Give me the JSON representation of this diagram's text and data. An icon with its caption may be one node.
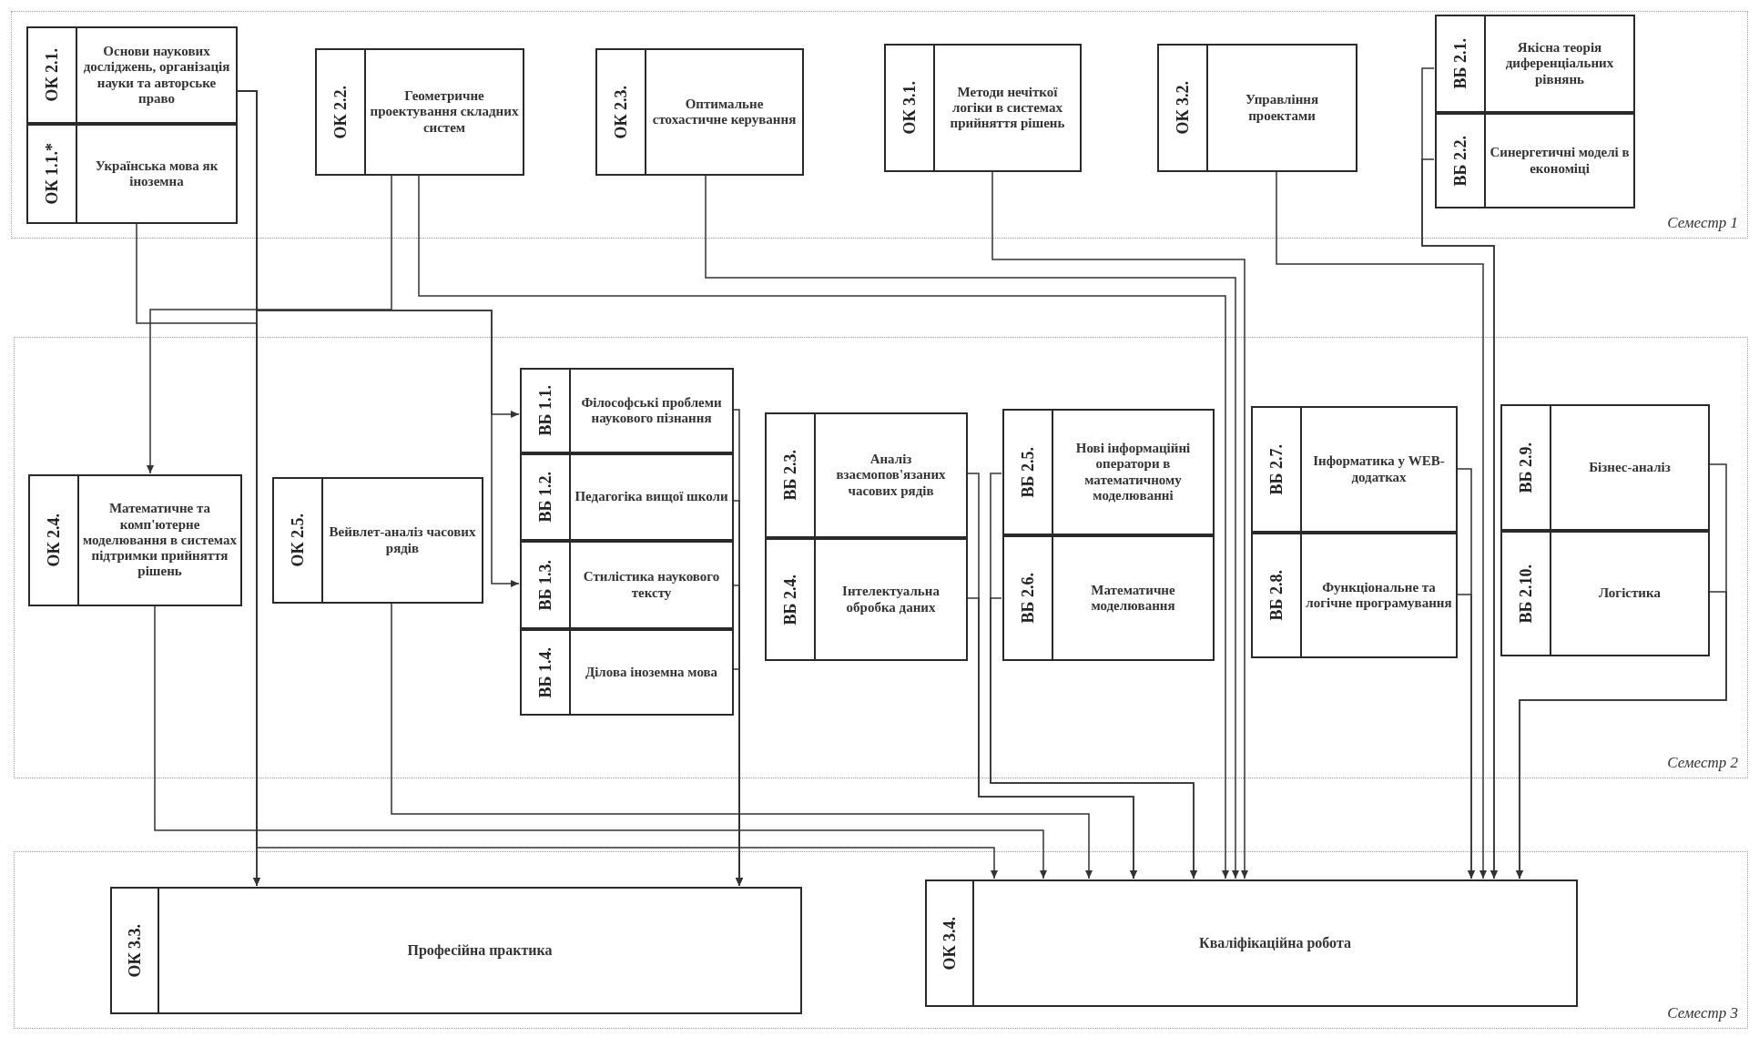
{
  "diagram": {
    "nodes": [
      {
        "text": [
          "Семестр 1"
        ]
      },
      {
        "text": [
          "ОК 2.1.",
          "Основи наукових досліджень, організація науки та авторське право"
        ],
        "in": 0
      },
      {
        "text": [
          "ОК 1.1.*",
          "Українська мова як іноземна"
        ],
        "in": 0
      },
      {
        "text": [
          "ОК 2.2.",
          "Геометричне проектування складних систем"
        ],
        "in": 0
      },
      {
        "text": [
          "ОК 2.3.",
          "Оптимальне стохастичне керування"
        ],
        "in": 0
      },
      {
        "text": [
          "ОК 3.1.",
          "Методи нечіткої логіки в системах прийняття рішень"
        ],
        "in": 0
      },
      {
        "text": [
          "ОК 3.2.",
          "Управління проектами"
        ],
        "in": 0
      },
      {
        "text": [
          "ВБ 2.1.",
          "Якісна теорія диференціальних рівнянь"
        ],
        "in": 0
      },
      {
        "text": [
          "ВБ 2.2.",
          "Синергетичні моделі в економіці"
        ],
        "in": 0
      },
      {
        "text": [
          "Семестр 2"
        ]
      },
      {
        "text": [
          "ОК 2.4.",
          "Математичне та комп'ютерне моделювання в системах підтримки прийняття рішень"
        ],
        "in": 9
      },
      {
        "text": [
          "ОК 2.5.",
          "Вейвлет-аналіз часових рядів"
        ],
        "in": 9
      },
      {
        "text": [
          "ВБ 1.1.",
          "Філософські проблеми наукового пізнання"
        ],
        "in": 9
      },
      {
        "text": [
          "ВБ 1.2.",
          "Педагогіка вищої школи"
        ],
        "in": 9
      },
      {
        "text": [
          "ВБ 1.3.",
          "Стилістика наукового тексту"
        ],
        "in": 9
      },
      {
        "text": [
          "ВБ 1.4.",
          "Ділова іноземна мова"
        ],
        "in": 9
      },
      {
        "text": [
          "ВБ 2.3.",
          "Аналіз взаємопов'язаних часових рядів"
        ],
        "in": 9
      },
      {
        "text": [
          "ВБ 2.4.",
          "Інтелектуальна обробка даних"
        ],
        "in": 9
      },
      {
        "text": [
          "ВБ 2.5.",
          "Нові інформаційні оператори в математичному моделюванні"
        ],
        "in": 9
      },
      {
        "text": [
          "ВБ 2.6.",
          "Математичне моделювання"
        ],
        "in": 9
      },
      {
        "text": [
          "ВБ 2.7.",
          "Інформатика у WEB-додатках"
        ],
        "in": 9
      },
      {
        "text": [
          "ВБ 2.8.",
          "Функціональне та логічне програмування"
        ],
        "in": 9
      },
      {
        "text": [
          "ВБ 2.9.",
          "Бізнес-аналіз"
        ],
        "in": 9
      },
      {
        "text": [
          "ВБ 2.10.",
          "Логістика"
        ],
        "in": 9
      },
      {
        "text": [
          "Семестр 3"
        ]
      },
      {
        "text": [
          "ОК 3.3.",
          "Професійна практика"
        ],
        "in": 24
      },
      {
        "text": [
          "ОК 3.4.",
          "Кваліфікаційна робота"
        ],
        "in": 24
      }
    ],
    "edges": [
      {
        "from": 1,
        "to": 25,
        "arrow": "to"
      },
      {
        "from": 2,
        "to": 25,
        "arrow": "to"
      },
      {
        "from": 3,
        "to": 10,
        "arrow": "to"
      },
      {
        "from": 1,
        "to": 12,
        "arrow": "to"
      },
      {
        "from": 1,
        "to": 14,
        "arrow": "to"
      },
      {
        "from": 12,
        "to": 25,
        "arrow": "to"
      },
      {
        "from": 13,
        "to": 25,
        "arrow": "to"
      },
      {
        "from": 14,
        "to": 25,
        "arrow": "to"
      },
      {
        "from": 15,
        "to": 25,
        "arrow": "to"
      },
      {
        "from": 1,
        "to": 26,
        "arrow": "to"
      },
      {
        "from": 10,
        "to": 26,
        "arrow": "to"
      },
      {
        "from": 11,
        "to": 26,
        "arrow": "to"
      },
      {
        "from": 16,
        "to": 26,
        "arrow": "to"
      },
      {
        "from": 17,
        "to": 26,
        "arrow": "to"
      },
      {
        "from": 18,
        "to": 26,
        "arrow": "to"
      },
      {
        "from": 19,
        "to": 26,
        "arrow": "to"
      },
      {
        "from": 3,
        "to": 26,
        "arrow": "to"
      },
      {
        "from": 4,
        "to": 26,
        "arrow": "to"
      },
      {
        "from": 5,
        "to": 26,
        "arrow": "to"
      },
      {
        "from": 6,
        "to": 26,
        "arrow": "to"
      },
      {
        "from": 7,
        "to": 26,
        "arrow": "to"
      },
      {
        "from": 8,
        "to": 26,
        "arrow": "to"
      },
      {
        "from": 20,
        "to": 26,
        "arrow": "to"
      },
      {
        "from": 21,
        "to": 26,
        "arrow": "to"
      },
      {
        "from": 22,
        "to": 26,
        "arrow": "to"
      },
      {
        "from": 23,
        "to": 26,
        "arrow": "to"
      }
    ]
  }
}
